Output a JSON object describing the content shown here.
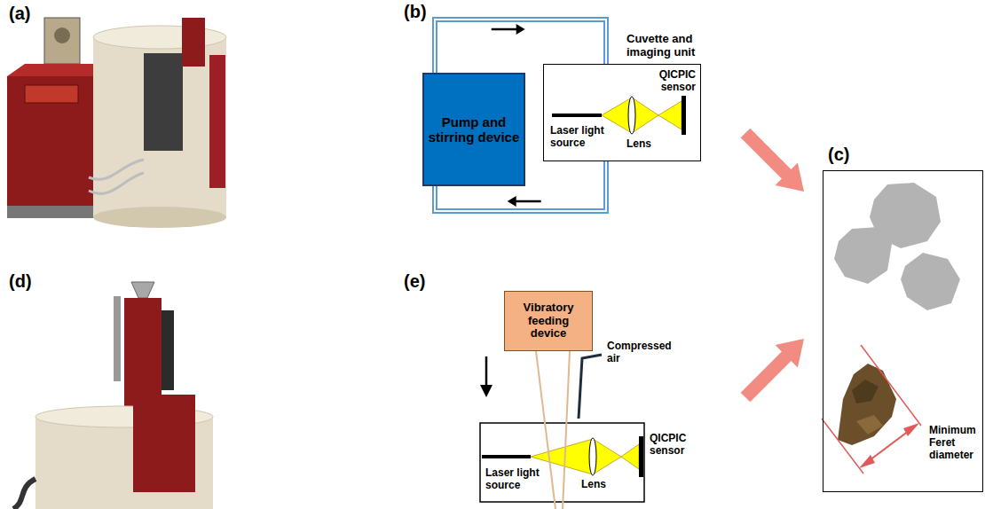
{
  "diagram": {
    "nodes": [
      {
        "text": [
          "Pump and stirring device"
        ]
      },
      {
        "text": [
          "Cuvette and imaging unit"
        ]
      },
      {
        "text": [
          "Vibratory feeding device"
        ]
      },
      {
        "text": [
          "Minimum Feret diameter"
        ]
      }
    ],
    "edges": [
      {
        "from": 0,
        "to": 1,
        "arrow": "to"
      },
      {
        "from": 1,
        "to": 0,
        "arrow": "to"
      }
    ],
    "labels": [
      "(a)",
      "(b)",
      "(c)",
      "(d)",
      "(e)",
      "Laser light source",
      "Lens",
      "QICPIC sensor",
      "Laser light source",
      "Lens",
      "QICPIC sensor",
      "Compressed air"
    ]
  }
}
